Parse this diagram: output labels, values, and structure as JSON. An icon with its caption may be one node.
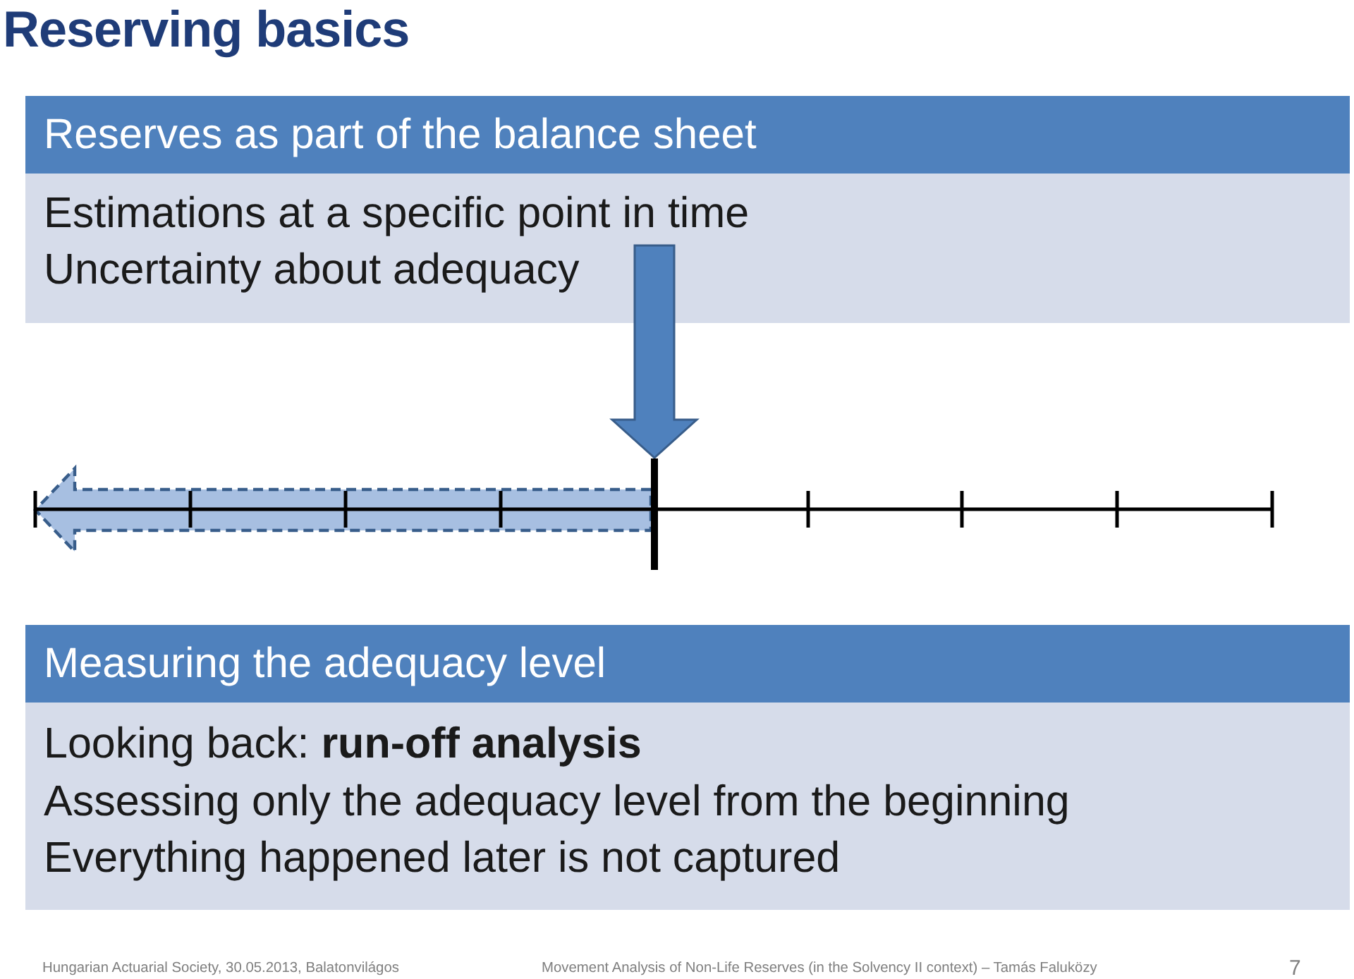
{
  "diagram": {
    "title": "Reserving basics",
    "nodes": [
      {
        "text": [
          "Reserves as part of the balance sheet",
          "Estimations at a specific point in time",
          "Uncertainty about adequacy"
        ]
      },
      {
        "text": [],
        "shape": "bar"
      },
      {
        "text": [
          "Measuring the adequacy level",
          "Looking back: **run-off analysis**",
          "Assessing only the adequacy level from the beginning",
          "Everything happened later is not captured"
        ]
      }
    ],
    "edges": [
      {
        "from": null,
        "to": 1,
        "arrow": "to"
      },
      {
        "from": 1,
        "to": null,
        "arrow": "to",
        "style": "dashed",
        "color": "#a7bfe1"
      }
    ],
    "labels": [
      "Hungarian Actuarial Society, 30.05.2013, Balatonvilágos",
      "Movement Analysis of Non-Life Reserves (in the Solvency II context) – Tamás Faluközy",
      "7"
    ]
  }
}
